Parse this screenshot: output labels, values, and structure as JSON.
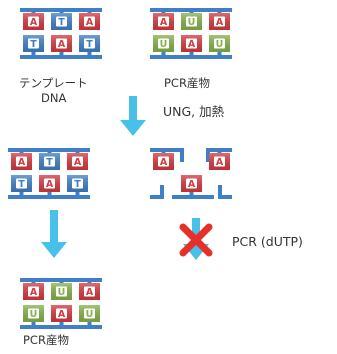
{
  "labels": {
    "template_line1": "テンプレート",
    "template_line2": "DNA",
    "pcr_product_top": "PCR産物",
    "ung_heat": "UNG, 加熱",
    "pcr_dutp": "PCR (dUTP)",
    "pcr_product_bottom": "PCR産物"
  },
  "colors": {
    "strand_blue": "#3E7FC8",
    "base_red": "#D43A3F",
    "base_blue": "#3F7FC6",
    "base_green": "#86B24A",
    "arrow_cyan": "#47C1EA",
    "cross_red": "#E8302A"
  },
  "blocks": [
    {
      "name": "template-dna",
      "top_strand": [
        "A",
        "T",
        "A"
      ],
      "bottom_strand": [
        "T",
        "A",
        "T"
      ]
    },
    {
      "name": "pcr-product-top",
      "top_strand": [
        "A",
        "U",
        "A"
      ],
      "bottom_strand": [
        "U",
        "A",
        "U"
      ]
    },
    {
      "name": "template-after-ung",
      "top_strand": [
        "A",
        "T",
        "A"
      ],
      "bottom_strand": [
        "T",
        "A",
        "T"
      ]
    },
    {
      "name": "degraded-product",
      "top_strand": [
        "A",
        "",
        "A"
      ],
      "bottom_strand": [
        "",
        "A",
        ""
      ]
    },
    {
      "name": "pcr-product-bottom",
      "top_strand": [
        "A",
        "U",
        "A"
      ],
      "bottom_strand": [
        "U",
        "A",
        "U"
      ]
    }
  ],
  "icons": {
    "arrow": "down-arrow-icon",
    "cross": "cross-icon"
  }
}
